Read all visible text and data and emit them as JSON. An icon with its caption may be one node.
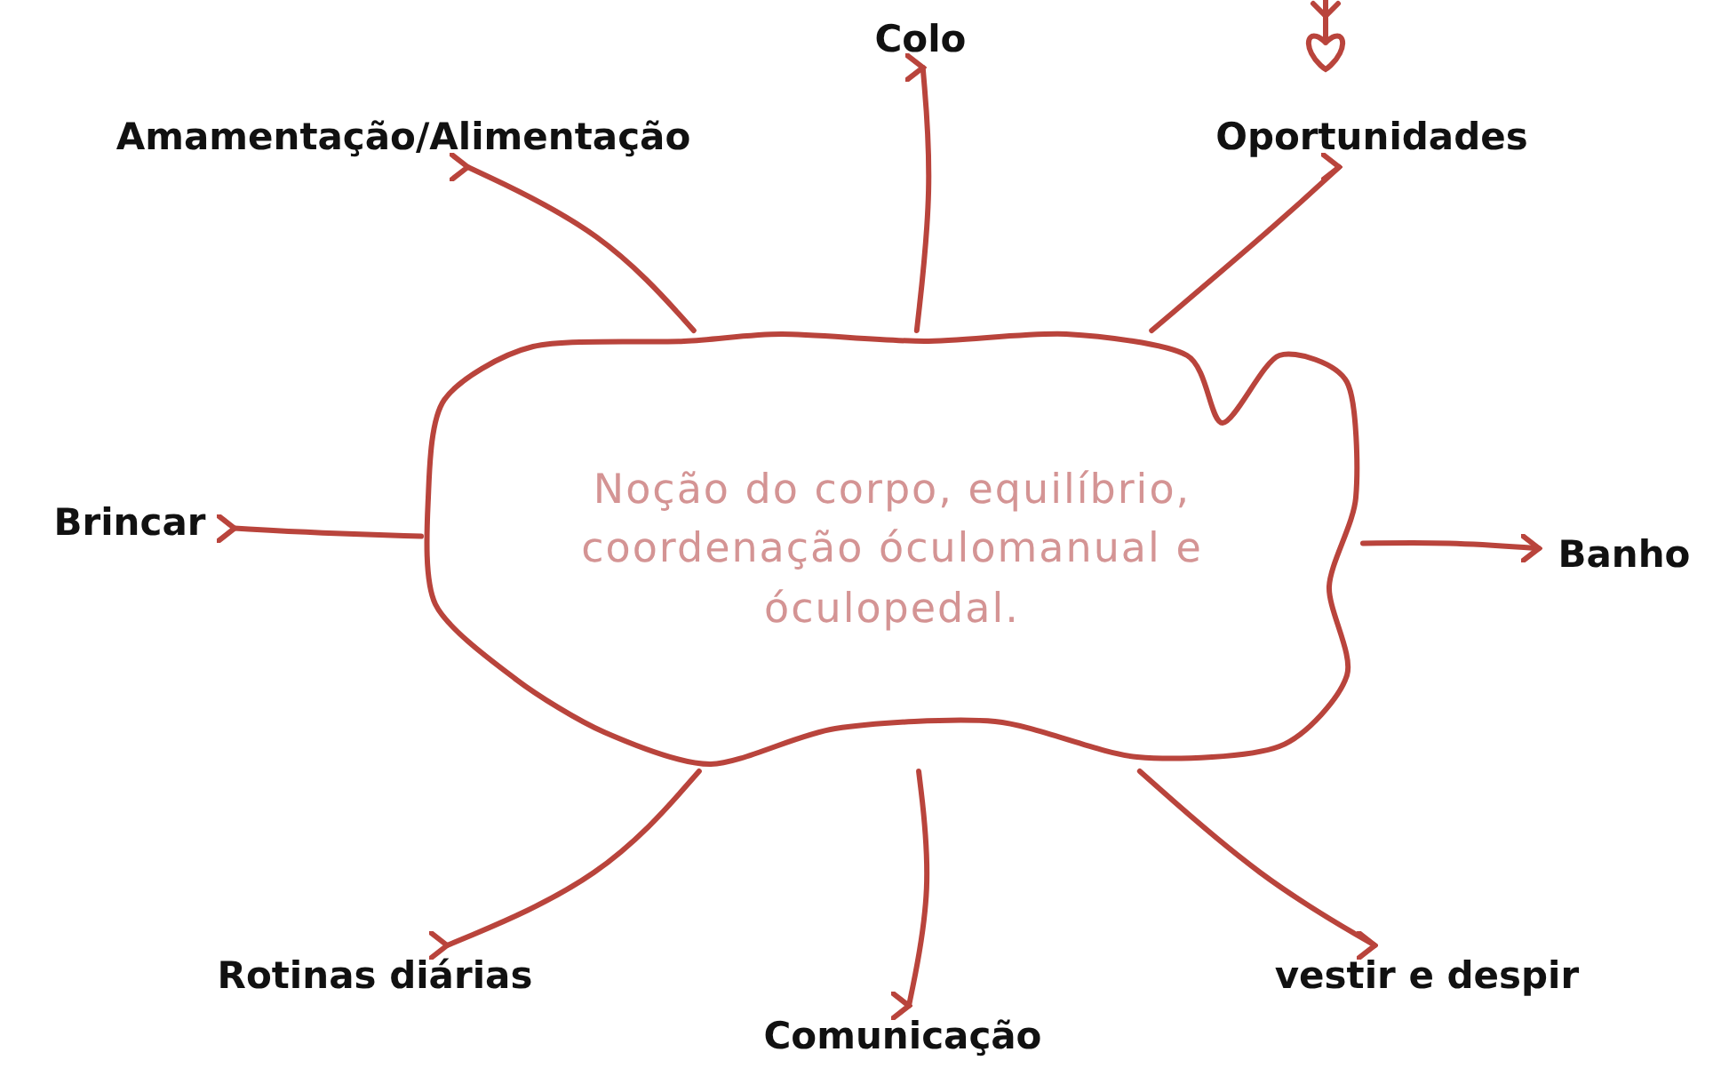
{
  "diagram": {
    "nodes": [
      {
        "text": [
          "Noção do corpo, equilíbrio, coordenação óculomanual e óculopedal."
        ]
      },
      {
        "text": [
          "Colo"
        ]
      },
      {
        "text": [
          "Amamentação/Alimentação"
        ]
      },
      {
        "text": [
          "Oportunidades"
        ]
      },
      {
        "text": [
          "Brincar"
        ]
      },
      {
        "text": [
          "Banho"
        ]
      },
      {
        "text": [
          "Rotinas diárias"
        ]
      },
      {
        "text": [
          "Comunicação"
        ]
      },
      {
        "text": [
          "vestir e despir"
        ]
      }
    ],
    "edges": [
      {
        "from": 0,
        "to": 1,
        "arrow": "to"
      },
      {
        "from": 0,
        "to": 2,
        "arrow": "to"
      },
      {
        "from": 0,
        "to": 3,
        "arrow": "to"
      },
      {
        "from": 0,
        "to": 4,
        "arrow": "to"
      },
      {
        "from": 0,
        "to": 5,
        "arrow": "to"
      },
      {
        "from": 0,
        "to": 6,
        "arrow": "to"
      },
      {
        "from": 0,
        "to": 7,
        "arrow": "to"
      },
      {
        "from": 0,
        "to": 8,
        "arrow": "to"
      }
    ]
  }
}
